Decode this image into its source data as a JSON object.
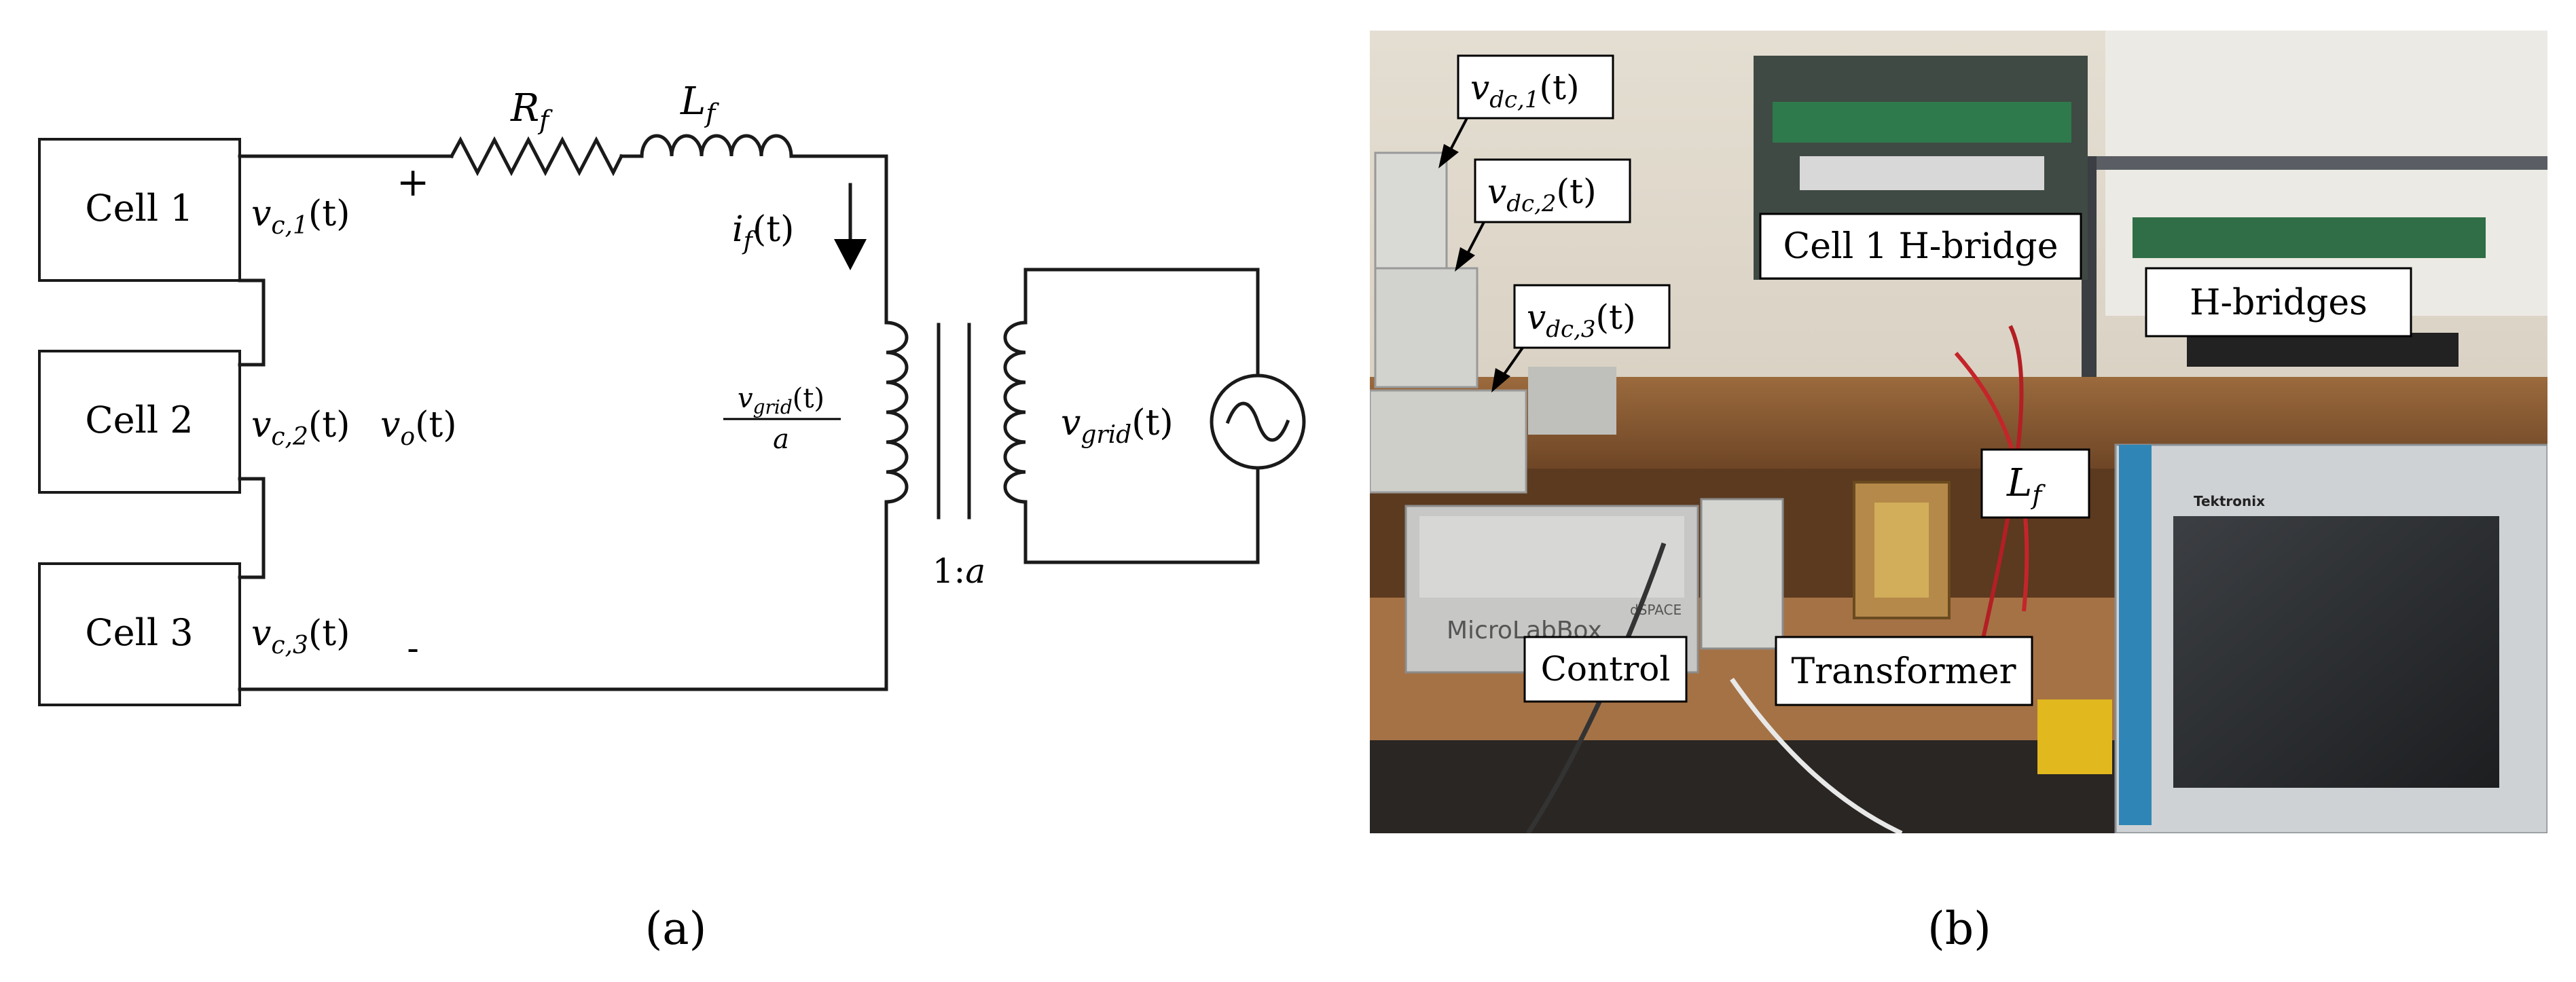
{
  "panel_a": {
    "caption": "(a)",
    "cells": [
      {
        "name": "Cell 1",
        "voltage": "v",
        "sub": "c,1",
        "arg": "(t)"
      },
      {
        "name": "Cell 2",
        "voltage": "v",
        "sub": "c,2",
        "arg": "(t)"
      },
      {
        "name": "Cell 3",
        "voltage": "v",
        "sub": "c,3",
        "arg": "(t)"
      }
    ],
    "vo": {
      "main": "v",
      "sub": "o",
      "arg": "(t)"
    },
    "plus": "+",
    "minus": "-",
    "resistor": {
      "main": "R",
      "sub": "f"
    },
    "inductor": {
      "main": "L",
      "sub": "f"
    },
    "current": {
      "main": "i",
      "sub": "f",
      "arg": "(t)"
    },
    "primary": {
      "num_main": "v",
      "num_sub": "grid",
      "num_arg": "(t)",
      "den": "a"
    },
    "secondary": {
      "main": "v",
      "sub": "grid",
      "arg": "(t)"
    },
    "ratio": {
      "prefix": "1:",
      "var": "a"
    }
  },
  "panel_b": {
    "caption": "(b)",
    "labels": {
      "vdc1": {
        "main": "v",
        "sub": "dc,1",
        "arg": "(t)"
      },
      "vdc2": {
        "main": "v",
        "sub": "dc,2",
        "arg": "(t)"
      },
      "vdc3": {
        "main": "v",
        "sub": "dc,3",
        "arg": "(t)"
      },
      "cell1_hbridge": "Cell 1 H-bridge",
      "hbridges": "H-bridges",
      "lf_main": "L",
      "lf_sub": "f",
      "control": "Control",
      "transformer": "Transformer"
    },
    "device_text": {
      "microlabbox": "MicroLabBox",
      "dspace": "dSPACE",
      "scope_brand": "Tektronix"
    }
  }
}
